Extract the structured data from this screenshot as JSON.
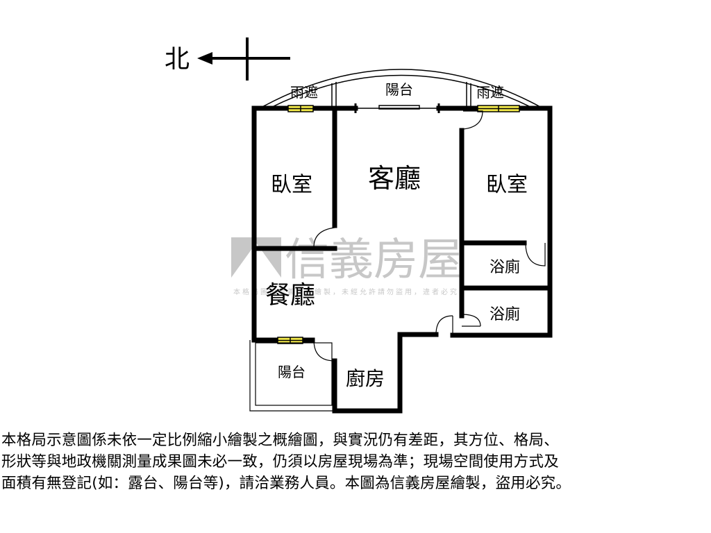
{
  "compass": {
    "north_label": "北"
  },
  "rooms": {
    "canopy_left": "雨遮",
    "balcony_top": "陽台",
    "canopy_right": "雨遮",
    "bedroom_left": "臥室",
    "living_room": "客廳",
    "bedroom_right": "臥室",
    "bathroom_1": "浴廁",
    "dining_room": "餐廳",
    "bathroom_2": "浴廁",
    "balcony_bottom": "陽台",
    "kitchen": "廚房"
  },
  "watermark": {
    "brand": "信義房屋",
    "notice": "本格局圖由信義房屋繪製，未經允許請勿盜用，違者必究"
  },
  "caption": {
    "line1": "本格局示意圖係未依一定比例縮小繪製之概繪圖，與實況仍有差距，其方位、格局、",
    "line2": "形狀等與地政機關測量成果圖未必一致，仍須以房屋現場為準；現場空間使用方式及",
    "line3": "面積有無登記(如：露台、陽台等)，請洽業務人員。本圖為信義房屋繪製，盜用必究。"
  },
  "colors": {
    "wall": "#000000",
    "window": "#f2e94a",
    "watermark": "#a0a0a0"
  }
}
